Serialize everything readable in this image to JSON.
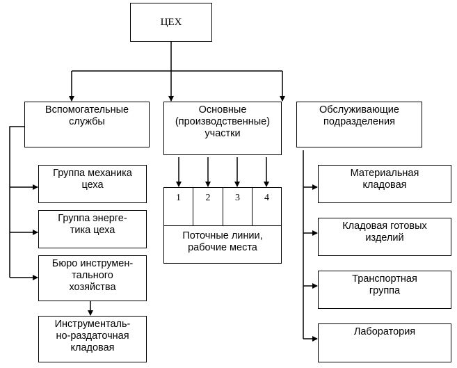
{
  "root": {
    "label": "ЦЕХ"
  },
  "branches": [
    {
      "label": "Вспомогательные\nслужбы",
      "children": [
        "Группа механика\nцеха",
        "Группа энерге-\nтика  цеха",
        "Бюро инструмен-\nтального\nхозяйства"
      ],
      "sub_child": "Инструменталь-\nно-раздаточная\nкладовая"
    },
    {
      "label": "Основные\n(производственные)\nучастки",
      "cells": [
        "1",
        "2",
        "3",
        "4"
      ],
      "bottom": "Поточные линии,\nрабочие места"
    },
    {
      "label": "Обслуживающие\nподразделения",
      "children": [
        "Материальная\nкладовая",
        "Кладовая готовых\nизделий",
        "Транспортная\nгруппа",
        "Лаборатория"
      ]
    }
  ],
  "colors": {
    "line": "#000000",
    "background": "#ffffff"
  }
}
